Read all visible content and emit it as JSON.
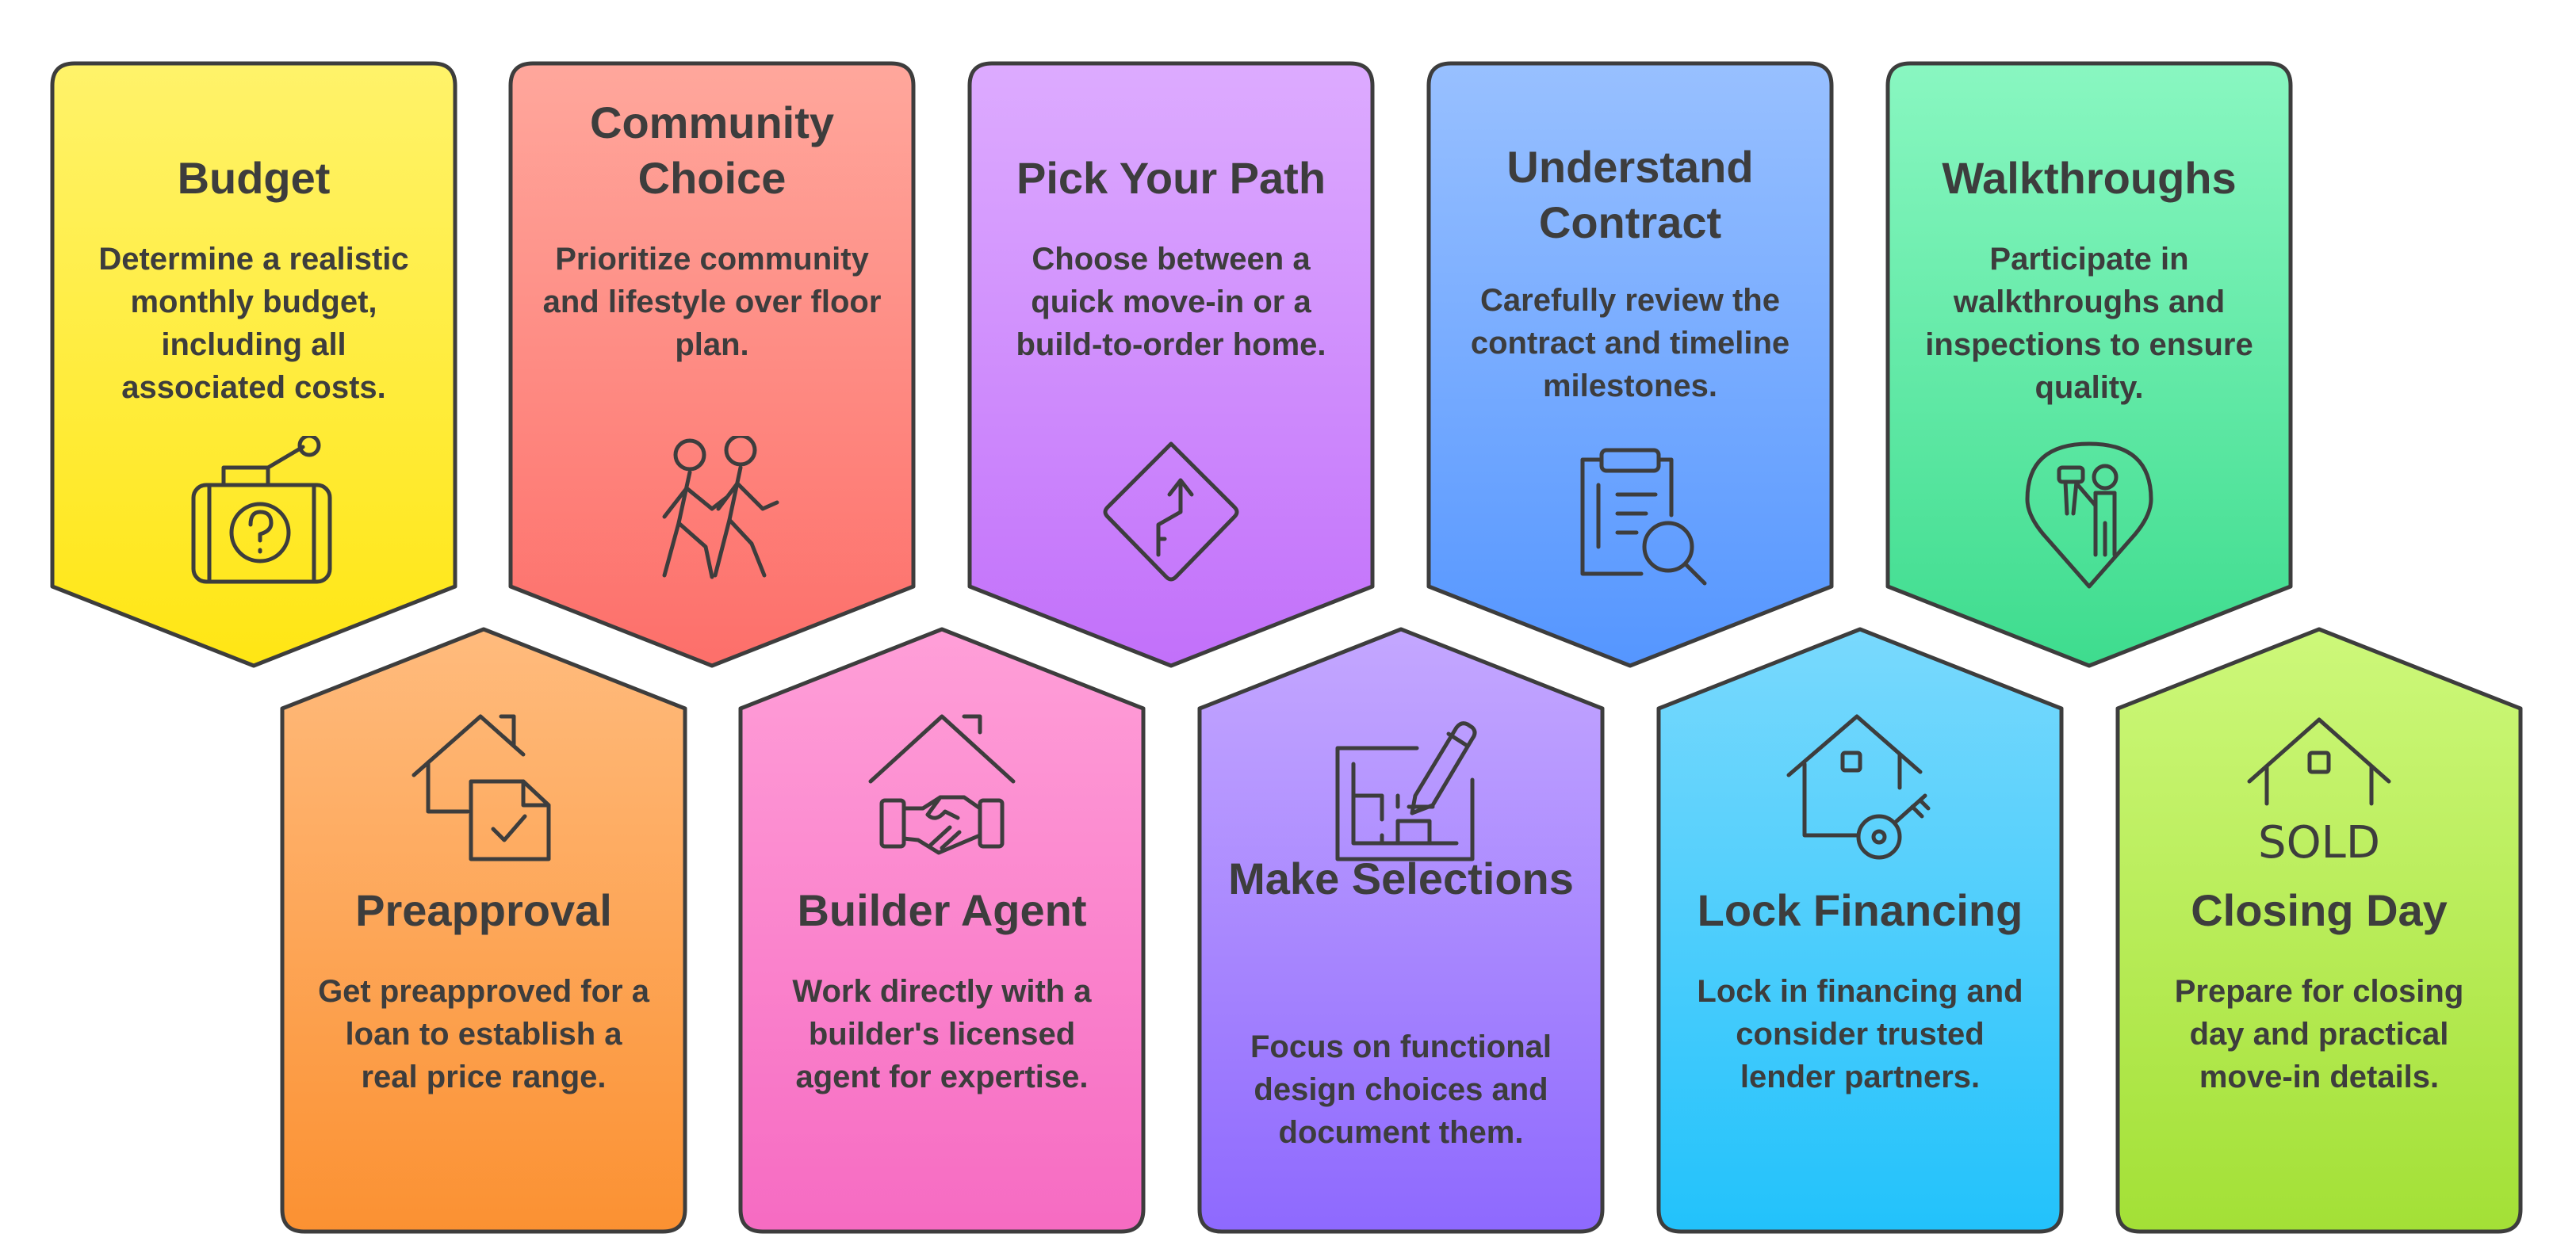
{
  "colors": {
    "yellow": [
      "#fff36a",
      "#ffe614"
    ],
    "red": [
      "#ffa79c",
      "#fd6f6a"
    ],
    "violet": [
      "#ddabff",
      "#c270fa"
    ],
    "blue": [
      "#98c0ff",
      "#5596ff"
    ],
    "green": [
      "#89f7c1",
      "#3edc8e"
    ],
    "orange": [
      "#ffbb7d",
      "#fb9132"
    ],
    "pink": [
      "#ff9fd8",
      "#f66bc2"
    ],
    "purple": [
      "#c4a7ff",
      "#8e69fe"
    ],
    "cyan": [
      "#79d9fd",
      "#22c2fb"
    ],
    "lime": [
      "#cdf87a",
      "#a3e036"
    ]
  },
  "steps": [
    {
      "title": "Budget",
      "description": "Determine a realistic monthly budget, including all associated costs.",
      "icon": "luggage-question-icon",
      "color": "yellow"
    },
    {
      "title": "Community Choice",
      "description": "Prioritize community and lifestyle over floor plan.",
      "icon": "walking-people-icon",
      "color": "red"
    },
    {
      "title": "Pick Your Path",
      "description": "Choose between a quick move-in or a build-to-order home.",
      "icon": "road-sign-icon",
      "color": "violet"
    },
    {
      "title": "Understand Contract",
      "description": "Carefully review the contract and timeline milestones.",
      "icon": "clipboard-search-icon",
      "color": "blue"
    },
    {
      "title": "Walkthroughs",
      "description": "Participate in walkthroughs and inspections to ensure quality.",
      "icon": "inspector-icon",
      "color": "green"
    },
    {
      "title": "Preapproval",
      "description": "Get preapproved for a loan to establish a real price range.",
      "icon": "house-document-check-icon",
      "color": "orange"
    },
    {
      "title": "Builder Agent",
      "description": "Work directly with a builder's licensed agent for expertise.",
      "icon": "house-handshake-icon",
      "color": "pink"
    },
    {
      "title": "Make Selections",
      "description": "Focus on functional design choices and document them.",
      "icon": "blueprint-pencil-icon",
      "color": "purple"
    },
    {
      "title": "Lock Financing",
      "description": "Lock in financing and consider trusted lender partners.",
      "icon": "house-key-icon",
      "color": "cyan"
    },
    {
      "title": "Closing Day",
      "description": "Prepare for closing day and practical move-in details.",
      "icon": "house-sold-icon",
      "color": "lime"
    }
  ],
  "sold_sign_text": "SOLD"
}
